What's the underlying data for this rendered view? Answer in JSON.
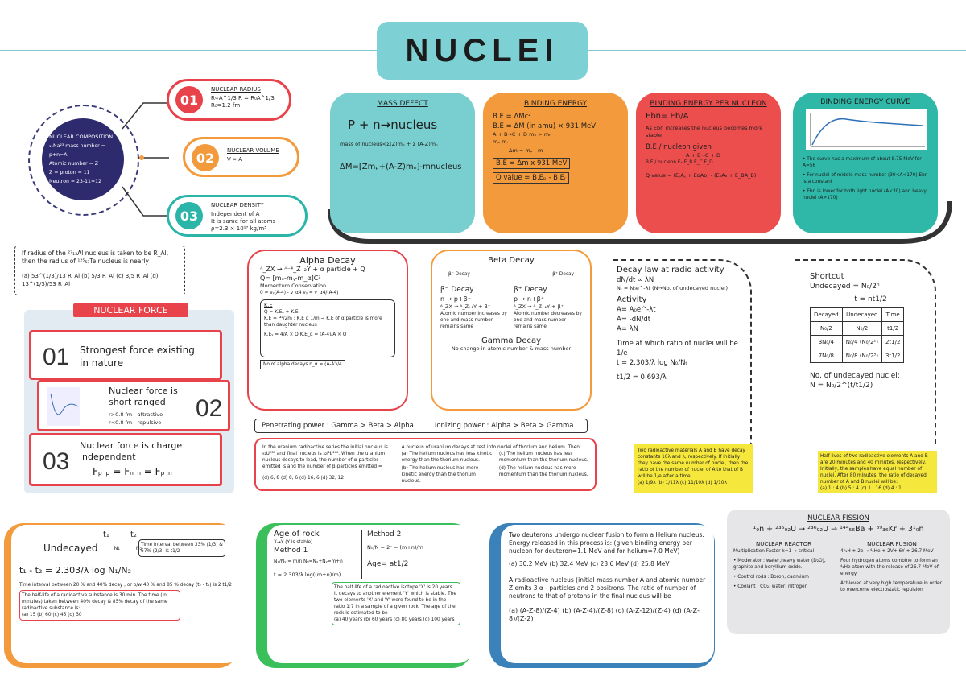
{
  "title": "NUCLEI",
  "composition": {
    "heading": "NUCLEAR COMPOSITION",
    "line1": "₁₁Na²³ mass number = p+n=A",
    "line2": "Atomic number = Z",
    "line3": "Z = proton = 11",
    "line4": "Neutron = 23-11=12"
  },
  "pills": [
    {
      "num": "01",
      "title": "NUCLEAR RADIUS",
      "l1": "R∝A^1/3    R = R₀A^1/3",
      "l2": "R₀=1.2 fm",
      "l3": ""
    },
    {
      "num": "02",
      "title": "NUCLEAR VOLUME",
      "l1": "V ∝ A",
      "l2": "",
      "l3": ""
    },
    {
      "num": "03",
      "title": "NUCLEAR DENSITY",
      "l1": "Independent of A",
      "l2": "It is same for all atoms",
      "l3": "ρ=2.3 × 10¹⁷ kg/m³"
    }
  ],
  "mass_defect": {
    "title": "MASS DEFECT",
    "eq1": "P + n→nucleus",
    "eq2": "mass of nucleus<Σ(Z)mₚ + Σ (A-Z)mₙ",
    "eq3": "ΔM=[Zmₚ+(A-Z)mₙ]-mnucleus"
  },
  "binding_energy": {
    "title": "BINDING ENERGY",
    "l1": "B.E = ΔMc²",
    "l2": "B.E = ΔM (in amu) × 931 MeV",
    "l3": "A + B→C + D      mₚ > mᵣ",
    "l4": "mₚ            mᵣ",
    "l5": "Δm = mₚ - mᵣ",
    "l6": "B.E = Δm x 931 MeV",
    "l7": "Q value = B.Eₚ - B.Eᵣ"
  },
  "be_per_nucleon": {
    "title": "BINDING ENERGY PER NUCLEON",
    "l1": "Ebn= Eb/A",
    "l2": "As Ebn increases the nucleus becomes more stable",
    "l3": "B.E / nucleon given",
    "l4": "A + B→C + D",
    "l5": "B.E / nucleon  Eₐ    E_B    E_C    E_D",
    "l6": "Q value = (E꜀A꜀ + EᴅAᴅ) - (EₐAₐ + E_BA_B)"
  },
  "be_curve": {
    "title": "BINDING ENERGY CURVE",
    "b1": "The curve has a maximum of about 8.75 MeV for A=56",
    "b2": "For nuclei of middle mass number (30<A<170) Ebn is a constant",
    "b3": "Ebn is lower for both light nuclei (A<30) and heavy nuclei (A>170)"
  },
  "radius_q": {
    "q": "If radius of the ²⁷₁₃Al nucleus is taken to be R_Al, then the radius of ¹²⁵₅₃Te nucleus is nearly",
    "opts": "(a) 53^(1/3)/13 R_Al   (b) 5/3 R_Al   (c) 3/5 R_Al   (d) 13^(1/3)/53 R_Al"
  },
  "nuclear_force": {
    "tag": "NUCLEAR FORCE",
    "items": [
      {
        "num": "01",
        "text": "Strongest force existing in nature"
      },
      {
        "num": "02",
        "text": "Nuclear force is short ranged",
        "sub1": "r>0.8 fm - attractive",
        "sub2": "r<0.8 fm - repulsive"
      },
      {
        "num": "03",
        "text": "Nuclear force is charge independent",
        "sub1": "Fₚ-ₚ = Fₙ-ₙ = Fₚ-ₙ"
      }
    ]
  },
  "alpha": {
    "title": "Alpha Decay",
    "l1": "ᴬ_ZX → ᴬ⁻⁴_Z₋₂Y + α particle + Q",
    "l2": "Q= [mₓ-mᵧ-m_α]C²",
    "l3": "Momentum Conservation",
    "l4": "0 = vᵧ(A-4) - v_α4     vᵧ = v_α4/(A-4)",
    "ke": "K.E",
    "k1": "Q = K.Eₐ + K.Eᵧ",
    "k2": "K.E = P²/2m : K.E α 1/m → K.E of α particle is more than daughter nucleus",
    "k3": "K.Eᵧ = 4/A × Q       K.E_α = (A-4)/A × Q",
    "k4": "No.of alpha decays    n_α = (A-A')/4"
  },
  "beta": {
    "title": "Beta Decay",
    "bm": "β⁻ Decay",
    "bp": "β⁺ Decay",
    "bm_t": "β⁻ Decay",
    "bm_1": "n → p+β⁻",
    "bm_2": "ᴬ_ZX → ᴬ_Z₊₁Y + β⁻",
    "bm_3": "Atomic number increases by one and mass number remains same",
    "bp_t": "β⁺ Decay",
    "bp_1": "p → n+β⁺",
    "bp_2": "ᴬ_ZX → ᴬ_Z₋₁Y + β⁺",
    "bp_3": "Atomic number decreases by one and mass number remains same",
    "gamma": "Gamma Decay",
    "gamma_t": "No change in atomic number & mass number"
  },
  "power": {
    "pen": "Penetrating power : Gamma > Beta > Alpha",
    "ion": "Ionizing power : Alpha > Beta > Gamma"
  },
  "uranium_q": {
    "q": "In the uranium radioactive series the initial nucleus is ₉₂U²³⁸ and final nucleus is ₈₂Pb²⁰⁶. When the uranium nucleus decays to lead, the number of α-particles emitted is and the number of β-particles emitted =",
    "opts": "(d) 6, 8    (d) 8, 6    (d) 16, 6    (d) 32, 12"
  },
  "thorium_q": {
    "q": "A nucleus of uranium decays at rest into nuclei of thorium and helium. Then:",
    "a": "(a) The helium nucleus has less kinetic energy than the thorium nucleus.",
    "c": "(c) The helium nucleus has less momentum than the thorium nucleus.",
    "b": "(b) The helium nucleus has more kinetic energy than the thorium nucleus.",
    "d": "(d) The helium nucleus has more momentum than the thorium nucleus."
  },
  "decay_law": {
    "title": "Decay law at radio activity",
    "l1": "dN/dt ∝ λN",
    "l2": "Nₜ = N₀e^-λt  (N→No. of undecayed nuclei)",
    "act": "Activity",
    "a1": "A= A₀e^-λt",
    "a2": "A= -dN/dt",
    "a3": "A= λN",
    "t1": "Time at which ratio of nuclei will be 1/e",
    "t2": "t = 2.303/λ log N₀/Nₜ",
    "t3": "t1/2 = 0.693/λ",
    "q": "Two radioactive materials A and B have decay constants 10λ and λ, respectively. If initially they have the same number of nuclei, then the ratio of the number of nuclei of A to that of B will be 1/e after a time:",
    "opts": "(a) 1/9λ  (b) 1/11λ  (c) 11/10λ  (d) 1/10λ"
  },
  "shortcut": {
    "title": "Shortcut",
    "l1": "Undecayed = N₀/2ⁿ",
    "l2": "t = nt1/2",
    "headers": [
      "Decayed",
      "Undecayed",
      "Time"
    ],
    "rows": [
      [
        "N₀/2",
        "N₀/2",
        "t1/2"
      ],
      [
        "3N₀/4",
        "N₀/4 (N₀/2²)",
        "2t1/2"
      ],
      [
        "7N₀/8",
        "N₀/8 (N₀/2³)",
        "3t1/2"
      ]
    ],
    "l3": "No. of undecayed nuclei:",
    "l4": "N = N₀/2^(t/t1/2)",
    "q": "Half-lives of two radioactive elements A and B are 20 minutes and 40 minutes, respectively. Initially, the samples have equal number of nuclei. After 80 minutes, the ratio of decayed number of A and B nuclei will be:",
    "opts": "(a) 1 : 4    (b) 5 : 4    (c) 1 : 16    (d) 4 : 1"
  },
  "undecayed_card": {
    "t1": "t₁",
    "t2": "t₂",
    "label": "Undecayed",
    "n1": "N₁",
    "n2": "N₂",
    "note": "Time interval between 33% (1/3) & 67% (2/3) is t1/2",
    "eq": "t₁ - t₂ = 2.303/λ log N₁/N₂",
    "q1": "Time interval between 20 % and 40% decay , or b/w 40 % and 85 % decay (t₂ - t₁) is 2 t1/2",
    "q2": "The half-life of a radioactive substance is 30 min. The time (in minutes) taken between 40% decay & 85% decay of the same radioactive substance is:",
    "opts": "(a) 15   (b) 60   (c) 45   (d) 30"
  },
  "rock_card": {
    "title": "Age of rock",
    "l1": "X→Y (Y is stable)",
    "m1": "Method 1",
    "l2": "Nₓ/Nᵧ = m/n    N₀=Nₓ+Nᵧ=m+n",
    "l3": "t = 2.303/λ log((m+n)/m)",
    "m2": "Method 2",
    "l4": "N₀/N = 2ⁿ = (m+n)/m",
    "l5": "Age= at1/2",
    "q": "The half life of a radioactive isotope 'X' is 20 years. It decays to another element 'Y' which is stable. The two elements 'X' and 'Y' were found to be in the ratio 1:7 in a sample of a given rock. The age of the rock is estimated to be",
    "opts": "(a) 40 years  (b) 60 years  (c) 80 years  (d) 100 years"
  },
  "fusion_q": {
    "q1": "Two deuterons undergo nuclear fusion to form a Helium nucleus. Energy released in this process is: (given binding energy per nucleon for deuteron=1.1 MeV and for helium=7.0 MeV)",
    "o1": "(a) 30.2 MeV (b) 32.4 MeV (c) 23.6 MeV (d) 25.8 MeV",
    "q2": "A radioactive nucleus (initial mass number A and atomic number Z emits 3 α - particles and 2 positrons. The ratio of number of neutrons to that of protons in the final nucleus will be",
    "o2": "(a) (A-Z-8)/(Z-4)   (b) (A-Z-4)/(Z-8)   (c) (A-Z-12)/(Z-4)   (d) (A-Z-8)/(Z-2)"
  },
  "fission": {
    "title": "NUCLEAR FISSION",
    "eq": "¹₀n + ²³⁵₉₂U → ²³⁶₉₂U → ¹⁴⁴₅₆Ba + ⁸⁹₃₆Kr + 3¹₀n",
    "reactor": "NUCLEAR REACTOR",
    "r1": "Multiplication Factor k=1 → critical",
    "r2": "Moderator : water,heavy water (D₂O), graphite and beryllium oxide.",
    "r3": "Control rods : Boron, cadmium",
    "r4": "Coolant : CO₂, water, nitrogen",
    "fusion": "NUCLEAR FUSION",
    "f1": "4¹₁H + 2e → ⁴₂He + 2V+ 6Y + 26.7 MeV",
    "f2": "Four hydrogen atoms combine to form an ⁴₂He atom with the release of 26.7 MeV of energy",
    "f3": "Achieved at very high temperature in order to overcome electrostatic repulsion"
  },
  "colors": {
    "teal": "#79cfcf",
    "orange": "#f39a3c",
    "red": "#ec4d4d",
    "navy": "#2d2a6e",
    "yellow": "#f5e73b"
  }
}
